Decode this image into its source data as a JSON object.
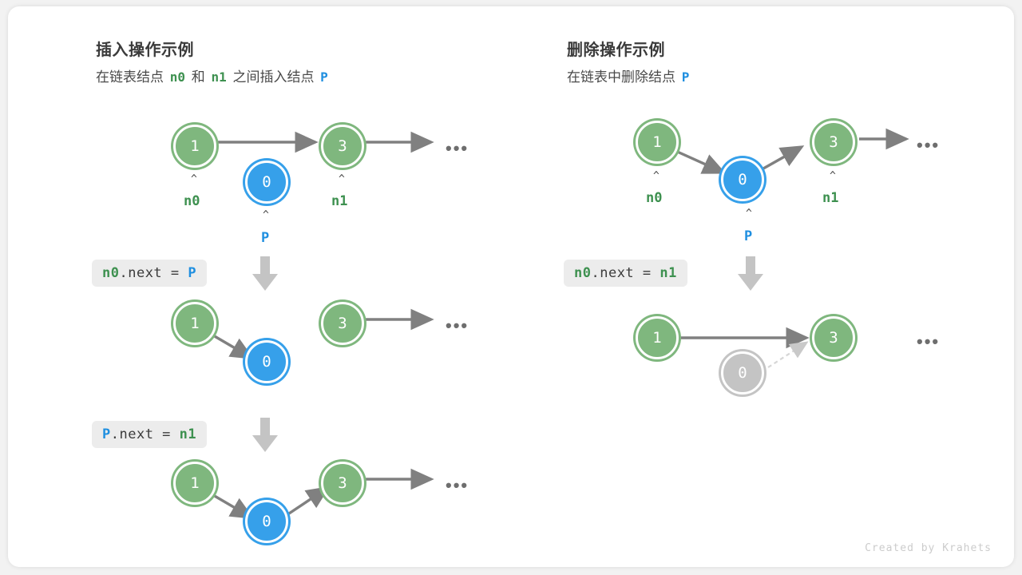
{
  "credit": "Created by Krahets",
  "colors": {
    "green": "#7fb77e",
    "green_text": "#3e9150",
    "blue": "#36a0ea",
    "blue_text": "#1f8fe0",
    "gray_node": "#c4c4c4",
    "arrow": "#808080",
    "chip_bg": "#ececec",
    "card_bg": "#ffffff"
  },
  "panels": {
    "insert": {
      "title": "插入操作示例",
      "subtitle_parts": [
        {
          "text": "在链表结点 ",
          "style": "plain"
        },
        {
          "text": "n0",
          "style": "green"
        },
        {
          "text": " 和 ",
          "style": "plain"
        },
        {
          "text": "n1",
          "style": "green"
        },
        {
          "text": " 之间插入结点 ",
          "style": "plain"
        },
        {
          "text": "P",
          "style": "blue"
        }
      ],
      "steps": [
        {
          "code_parts": [
            {
              "text": "n0",
              "style": "green"
            },
            {
              "text": ".next = ",
              "style": "plain"
            },
            {
              "text": "P",
              "style": "blue"
            }
          ],
          "code_plain": "n0.next = P"
        },
        {
          "code_parts": [
            {
              "text": "P",
              "style": "blue"
            },
            {
              "text": ".next = ",
              "style": "plain"
            },
            {
              "text": "n1",
              "style": "green"
            }
          ],
          "code_plain": "P.next = n1"
        }
      ],
      "rows": [
        {
          "name": "initial-state",
          "nodes": [
            {
              "value": "1",
              "color": "green",
              "pointer": "n0"
            },
            {
              "value": "0",
              "color": "blue",
              "pointer": "P"
            },
            {
              "value": "3",
              "color": "green",
              "pointer": "n1"
            }
          ],
          "ellipsis": "•••"
        },
        {
          "name": "after-n0-next-p",
          "nodes": [
            {
              "value": "1",
              "color": "green"
            },
            {
              "value": "0",
              "color": "blue"
            },
            {
              "value": "3",
              "color": "green"
            }
          ],
          "ellipsis": "•••"
        },
        {
          "name": "after-p-next-n1",
          "nodes": [
            {
              "value": "1",
              "color": "green"
            },
            {
              "value": "0",
              "color": "blue"
            },
            {
              "value": "3",
              "color": "green"
            }
          ],
          "ellipsis": "•••"
        }
      ]
    },
    "remove": {
      "title": "删除操作示例",
      "subtitle_parts": [
        {
          "text": "在链表中删除结点 ",
          "style": "plain"
        },
        {
          "text": "P",
          "style": "blue"
        }
      ],
      "steps": [
        {
          "code_parts": [
            {
              "text": "n0",
              "style": "green"
            },
            {
              "text": ".next = ",
              "style": "plain"
            },
            {
              "text": "n1",
              "style": "green"
            }
          ],
          "code_plain": "n0.next = n1"
        }
      ],
      "rows": [
        {
          "name": "initial-state",
          "nodes": [
            {
              "value": "1",
              "color": "green",
              "pointer": "n0"
            },
            {
              "value": "0",
              "color": "blue",
              "pointer": "P"
            },
            {
              "value": "3",
              "color": "green",
              "pointer": "n1"
            }
          ],
          "ellipsis": "•••"
        },
        {
          "name": "after-removal",
          "nodes": [
            {
              "value": "1",
              "color": "green"
            },
            {
              "value": "0",
              "color": "gray"
            },
            {
              "value": "3",
              "color": "green"
            }
          ],
          "ellipsis": "•••"
        }
      ]
    }
  },
  "pointer_caret": "^"
}
